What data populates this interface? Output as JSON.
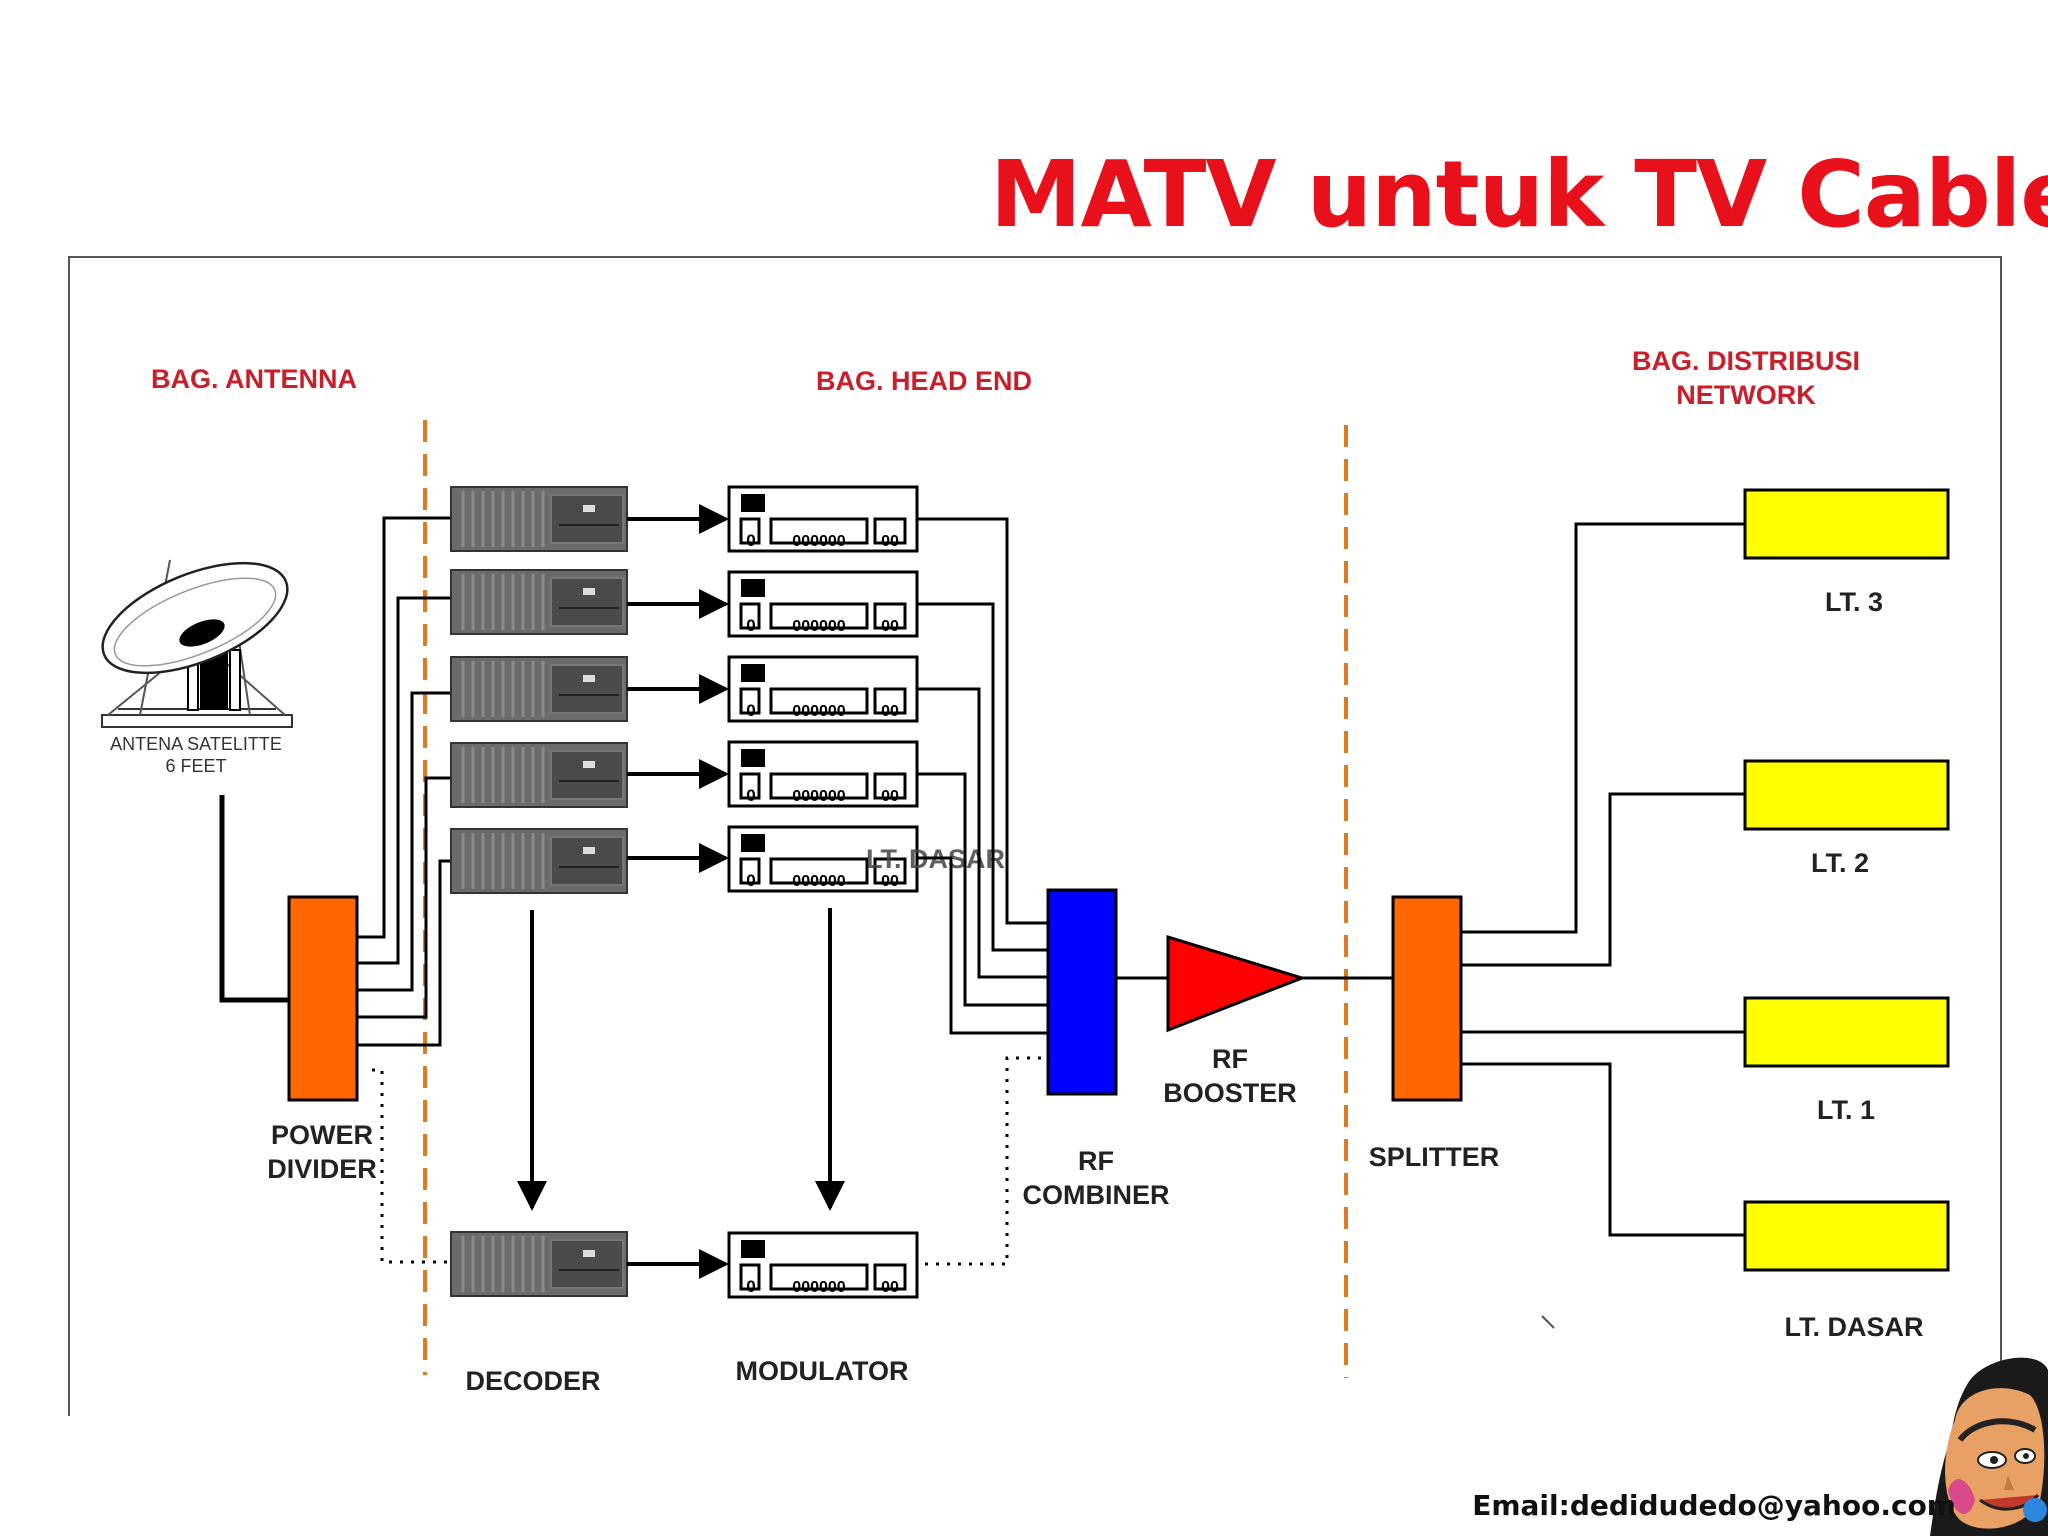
{
  "slide": {
    "title": "MATV untuk TV Cable",
    "email": "Email:dedidudedo@yahoo.com"
  },
  "sections": {
    "antenna": "BAG. ANTENNA",
    "head_end": "BAG. HEAD END",
    "distribution_line1": "BAG. DISTRIBUSI",
    "distribution_line2": "NETWORK"
  },
  "labels": {
    "antenna_line1": "ANTENA SATELITTE",
    "antenna_line2": "6 FEET",
    "power_divider_line1": "POWER",
    "power_divider_line2": "DIVIDER",
    "decoder": "DECODER",
    "modulator": "MODULATOR",
    "modulator_code": "000000",
    "modulator_port": "00",
    "modulator_zero": "0",
    "overlap_label": "LT. DASAR",
    "rf_combiner_line1": "RF",
    "rf_combiner_line2": "COMBINER",
    "rf_booster_line1": "RF",
    "rf_booster_line2": "BOOSTER",
    "splitter": "SPLITTER",
    "floor_3": "LT. 3",
    "floor_2": "LT. 2",
    "floor_1": "LT. 1",
    "floor_ground": "LT. DASAR"
  },
  "colors": {
    "title": "#e8101a",
    "section_label": "#c8202a",
    "divider": "#ff6600",
    "combiner": "#0000ff",
    "booster": "#ff0000",
    "floor_box": "#ffff00",
    "dashed_line": "#e07a20"
  }
}
